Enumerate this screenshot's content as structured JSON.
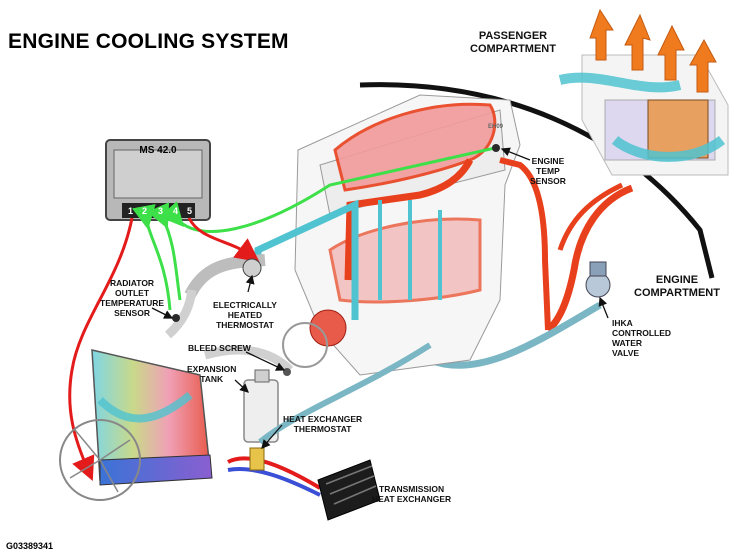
{
  "title": "ENGINE COOLING SYSTEM",
  "figure_id": "G03389341",
  "ecu": {
    "model": "MS 42.0",
    "pins": [
      "1",
      "2",
      "3",
      "4",
      "5"
    ]
  },
  "labels": {
    "passenger_compartment": [
      "PASSENGER",
      "COMPARTMENT"
    ],
    "engine_compartment": [
      "ENGINE",
      "COMPARTMENT"
    ],
    "engine_temp_sensor": [
      "ENGINE",
      "TEMP",
      "SENSOR"
    ],
    "radiator_outlet_sensor": [
      "RADIATOR",
      "OUTLET",
      "TEMPERATURE",
      "SENSOR"
    ],
    "electric_thermostat": [
      "ELECTRICALLY",
      "HEATED",
      "THERMOSTAT"
    ],
    "bleed_screw": "BLEED SCREW",
    "expansion_tank": [
      "EXPANSION",
      "TANK"
    ],
    "heat_exchanger_thermostat": [
      "HEAT EXCHANGER",
      "THERMOSTAT"
    ],
    "ihka_valve": [
      "IHKA",
      "CONTROLLED",
      "WATER",
      "VALVE"
    ],
    "transmission_heat_exchanger": [
      "TRANSMISSION",
      "HEAT EXCHANGER"
    ],
    "head_code": "EH09"
  },
  "colors": {
    "hot": "#e8401c",
    "cold": "#4fc3d0",
    "signal": "#3ee04a",
    "wire_red": "#e31b1b",
    "arrow_orange": "#f07a1e"
  }
}
